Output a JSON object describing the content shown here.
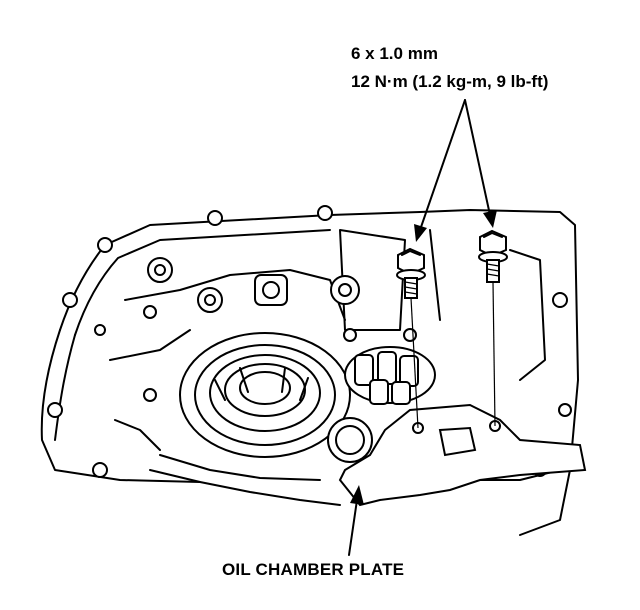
{
  "callout": {
    "bolt_size": "6 x 1.0 mm",
    "torque": "12 N·m (1.2 kg-m, 9 lb-ft)"
  },
  "part_label": "OIL CHAMBER PLATE",
  "icons": {
    "bolt": "hex-flange-bolt-icon",
    "arrow": "leader-arrow"
  }
}
